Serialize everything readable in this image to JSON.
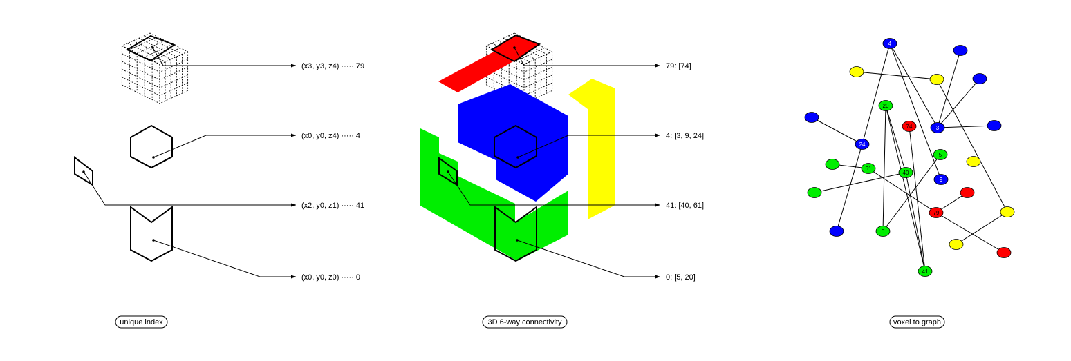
{
  "panels": {
    "left": {
      "caption": "unique index",
      "annotations": [
        "(x3, y3, z4) ····· 79",
        "(x0, y0, z4) ····· 4",
        "(x2, y0, z1) ····· 41",
        "(x0, y0, z0) ····· 0"
      ]
    },
    "middle": {
      "caption": "3D 6-way connectivity",
      "annotations": [
        "79: [74]",
        "4: [3, 9, 24]",
        "41: [40, 61]",
        "0: [5, 20]"
      ]
    },
    "right": {
      "caption": "voxel to graph",
      "nodes": [
        {
          "label": "4",
          "color": "blue"
        },
        {
          "label": "",
          "color": "blue"
        },
        {
          "label": "",
          "color": "yellow"
        },
        {
          "label": "",
          "color": "yellow"
        },
        {
          "label": "",
          "color": "blue"
        },
        {
          "label": "20",
          "color": "green"
        },
        {
          "label": "",
          "color": "blue"
        },
        {
          "label": "74",
          "color": "red"
        },
        {
          "label": "3",
          "color": "blue"
        },
        {
          "label": "",
          "color": "blue"
        },
        {
          "label": "24",
          "color": "blue"
        },
        {
          "label": "5",
          "color": "green"
        },
        {
          "label": "",
          "color": "green"
        },
        {
          "label": "61",
          "color": "green"
        },
        {
          "label": "",
          "color": "yellow"
        },
        {
          "label": "40",
          "color": "green"
        },
        {
          "label": "9",
          "color": "blue"
        },
        {
          "label": "",
          "color": "green"
        },
        {
          "label": "",
          "color": "red"
        },
        {
          "label": "79",
          "color": "red"
        },
        {
          "label": "",
          "color": "yellow"
        },
        {
          "label": "",
          "color": "blue"
        },
        {
          "label": "0",
          "color": "green"
        },
        {
          "label": "",
          "color": "yellow"
        },
        {
          "label": "",
          "color": "red"
        },
        {
          "label": "41",
          "color": "green"
        }
      ],
      "edges": [
        [
          "4",
          "3"
        ],
        [
          "4",
          "9"
        ],
        [
          "4",
          "24"
        ],
        [
          "3",
          "n1"
        ],
        [
          "3",
          "n4"
        ],
        [
          "3",
          "n9"
        ],
        [
          "n2",
          "n3"
        ],
        [
          "24",
          "n6"
        ],
        [
          "24",
          "n21"
        ],
        [
          "20",
          "40"
        ],
        [
          "20",
          "0"
        ],
        [
          "20",
          "41"
        ],
        [
          "74",
          "41"
        ],
        [
          "5",
          "0"
        ],
        [
          "61",
          "n12"
        ],
        [
          "61",
          "79"
        ],
        [
          "40",
          "n17"
        ],
        [
          "40",
          "41"
        ],
        [
          "79",
          "n18"
        ],
        [
          "79",
          "n24"
        ],
        [
          "n20",
          "n23"
        ],
        [
          "n3",
          "n20"
        ]
      ]
    }
  },
  "colors": {
    "red": "#ff0000",
    "green": "#00ee00",
    "blue": "#0000ff",
    "yellow": "#ffff00"
  }
}
